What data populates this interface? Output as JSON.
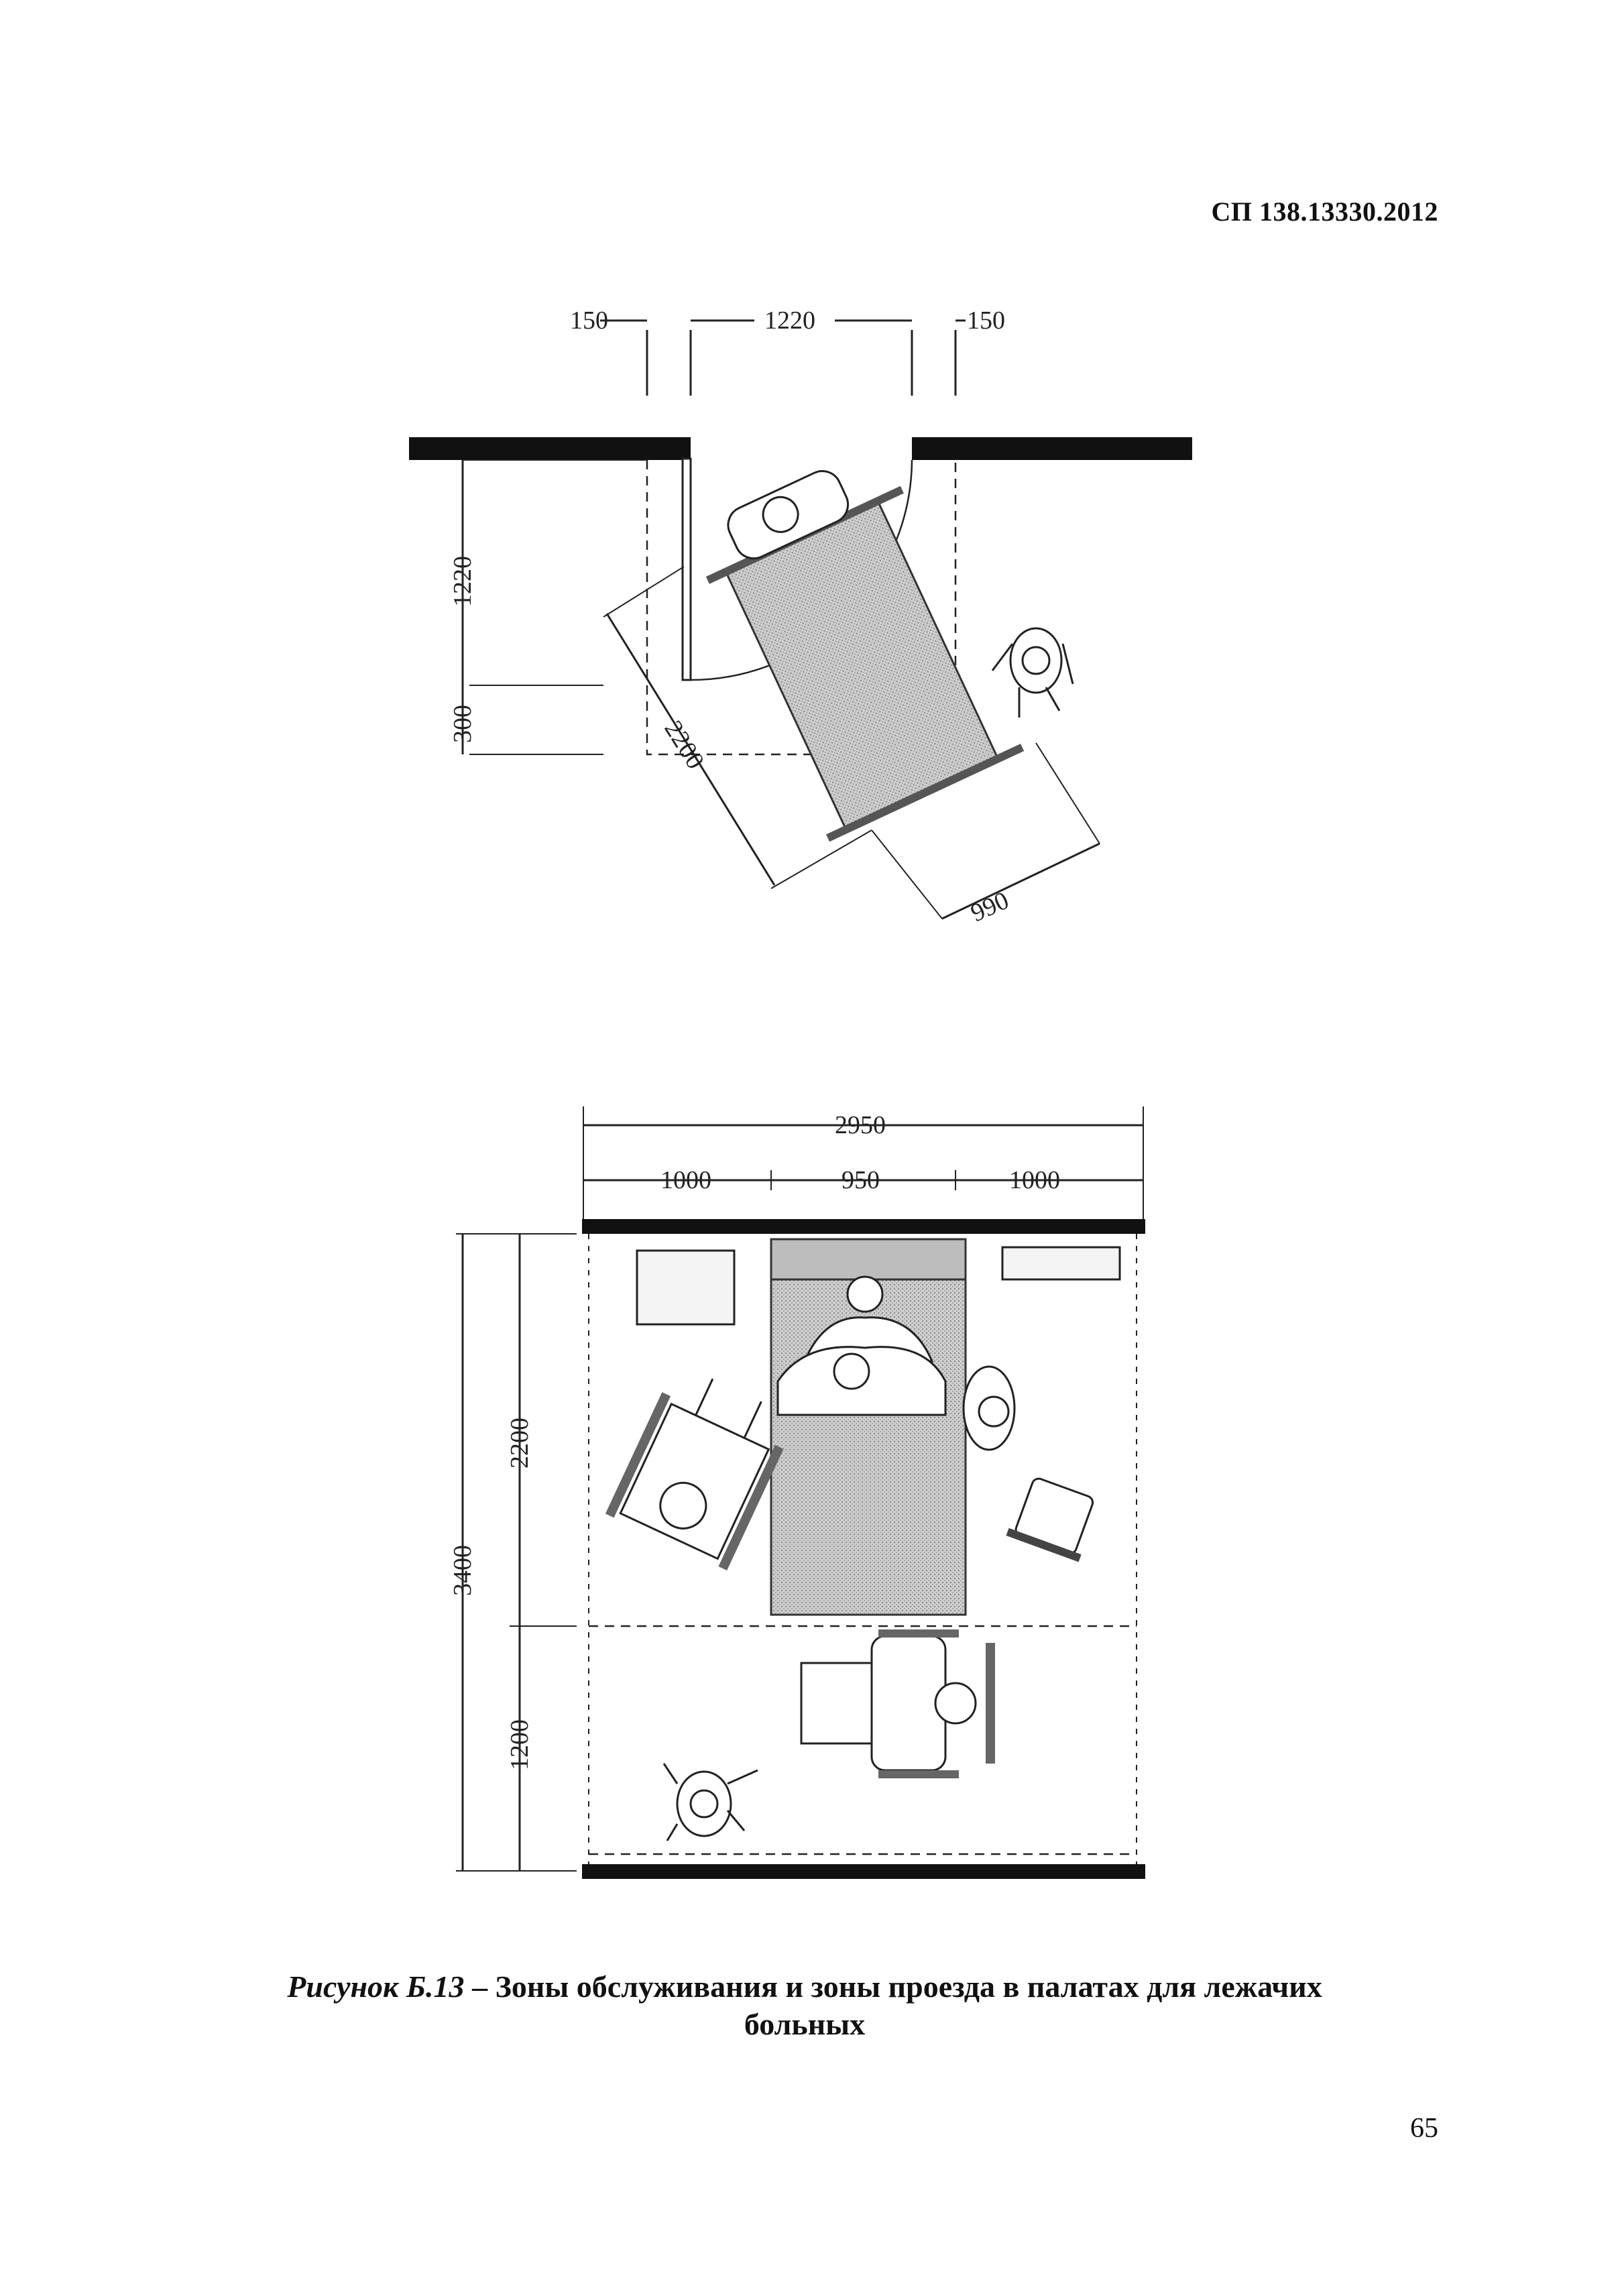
{
  "document": {
    "header": "СП 138.13330.2012",
    "page_number": "65"
  },
  "figure_top": {
    "dims": {
      "left_margin": "150",
      "opening_width": "1220",
      "right_margin": "150",
      "depth": "1220",
      "extra": "300",
      "stretcher_length": "2200",
      "stretcher_width": "990"
    }
  },
  "figure_bottom": {
    "dims": {
      "total_width": "2950",
      "left_zone": "1000",
      "bed_width": "950",
      "right_zone": "1000",
      "room_depth": "3400",
      "service_zone": "2200",
      "passage_zone": "1200"
    }
  },
  "caption": {
    "figure_label": "Рисунок Б.13",
    "dash": " – ",
    "text_line1": "Зоны обслуживания и зоны проезда в палатах для лежачих",
    "text_line2": "больных"
  }
}
